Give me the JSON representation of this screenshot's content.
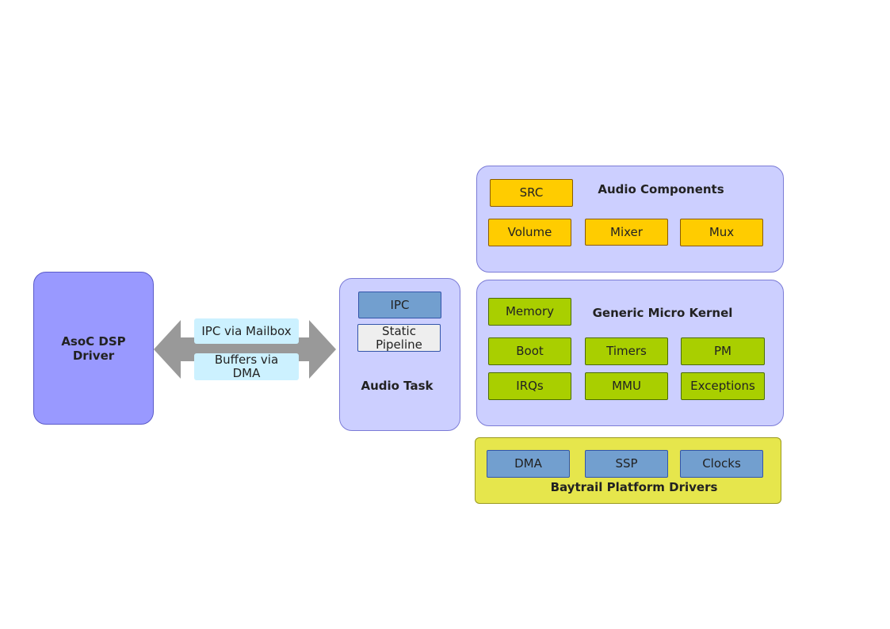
{
  "host": {
    "label": "AsoC DSP\nDriver"
  },
  "link": {
    "ipc": "IPC via Mailbox",
    "buffers": "Buffers via\nDMA"
  },
  "audio_task": {
    "title": "Audio Task",
    "ipc": "IPC",
    "pipeline": "Static\nPipeline"
  },
  "audio_components": {
    "title": "Audio Components",
    "items": [
      "SRC",
      "Volume",
      "Mixer",
      "Mux"
    ]
  },
  "micro_kernel": {
    "title": "Generic Micro Kernel",
    "items": [
      "Memory",
      "Boot",
      "Timers",
      "PM",
      "IRQs",
      "MMU",
      "Exceptions"
    ]
  },
  "platform": {
    "title": "Baytrail Platform Drivers",
    "items": [
      "DMA",
      "SSP",
      "Clocks"
    ]
  },
  "colors": {
    "host": "#9999ff",
    "panel": "#cccfff",
    "component": "#ffcc00",
    "kernel": "#a9cf00",
    "driver": "#729fcf",
    "platform": "#e6e64c",
    "arrow": "#999999",
    "link": "#ccf1ff"
  }
}
